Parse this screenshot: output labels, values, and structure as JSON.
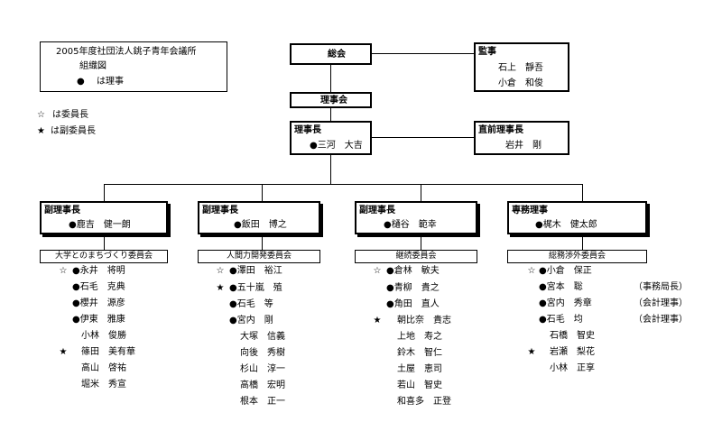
{
  "org": {
    "title_line1": "2005年度社団法人銚子青年会議所",
    "title_line2": "組織図",
    "legend_dot_marker": "●",
    "legend_dot_text": "は理事",
    "legend_chair_marker": "☆",
    "legend_chair_text": "は委員長",
    "legend_vice_marker": "★",
    "legend_vice_text": "は副委員長"
  },
  "general_assembly": "総会",
  "auditors": {
    "title": "監事",
    "names": [
      "石上　靜吾",
      "小倉　和俊"
    ]
  },
  "board": "理事会",
  "president": {
    "title": "理事長",
    "name": "●三河　大吉"
  },
  "past_president": {
    "title": "直前理事長",
    "name": "岩井　剛"
  },
  "branches": [
    {
      "title": "副理事長",
      "name": "●鹿吉　健一朗",
      "committee": "大学とのまちづくり委員会",
      "members": [
        {
          "mark": "☆",
          "name": "●永井　将明",
          "note": ""
        },
        {
          "mark": "",
          "name": "●石毛　克典",
          "note": ""
        },
        {
          "mark": "",
          "name": "●櫻井　源彦",
          "note": ""
        },
        {
          "mark": "",
          "name": "●伊東　雅康",
          "note": ""
        },
        {
          "mark": "",
          "name": "小林　俊勝",
          "note": ""
        },
        {
          "mark": "★",
          "name": "篠田　美有華",
          "note": ""
        },
        {
          "mark": "",
          "name": "高山　啓祐",
          "note": ""
        },
        {
          "mark": "",
          "name": "堀米　秀宣",
          "note": ""
        }
      ]
    },
    {
      "title": "副理事長",
      "name": "●飯田　博之",
      "committee": "人間力開発委員会",
      "members": [
        {
          "mark": "☆",
          "name": "●澤田　裕江",
          "note": ""
        },
        {
          "mark": "★",
          "name": "●五十嵐　殖",
          "note": ""
        },
        {
          "mark": "",
          "name": "●石毛　等",
          "note": ""
        },
        {
          "mark": "",
          "name": "●宮内　剛",
          "note": ""
        },
        {
          "mark": "",
          "name": "大塚　信義",
          "note": ""
        },
        {
          "mark": "",
          "name": "向後　秀樹",
          "note": ""
        },
        {
          "mark": "",
          "name": "杉山　淳一",
          "note": ""
        },
        {
          "mark": "",
          "name": "高橋　宏明",
          "note": ""
        },
        {
          "mark": "",
          "name": "根本　正一",
          "note": ""
        }
      ]
    },
    {
      "title": "副理事長",
      "name": "●樋谷　範幸",
      "committee": "継続委員会",
      "members": [
        {
          "mark": "☆",
          "name": "●倉林　敏夫",
          "note": ""
        },
        {
          "mark": "",
          "name": "●青柳　貴之",
          "note": ""
        },
        {
          "mark": "",
          "name": "●角田　直人",
          "note": ""
        },
        {
          "mark": "★",
          "name": "朝比奈　貴志",
          "note": ""
        },
        {
          "mark": "",
          "name": "上地　寿之",
          "note": ""
        },
        {
          "mark": "",
          "name": "鈴木　智仁",
          "note": ""
        },
        {
          "mark": "",
          "name": "土屋　恵司",
          "note": ""
        },
        {
          "mark": "",
          "name": "若山　智史",
          "note": ""
        },
        {
          "mark": "",
          "name": "和喜多　正登",
          "note": ""
        }
      ]
    },
    {
      "title": "専務理事",
      "name": "●梶木　健太郎",
      "committee": "総務渉外委員会",
      "members": [
        {
          "mark": "☆",
          "name": "●小倉　保正",
          "note": ""
        },
        {
          "mark": "",
          "name": "●宮本　聡",
          "note": "（事務局長）"
        },
        {
          "mark": "",
          "name": "●宮内　秀章",
          "note": "（会計理事）"
        },
        {
          "mark": "",
          "name": "●石毛　均",
          "note": "（会計理事）"
        },
        {
          "mark": "",
          "name": "石橋　智史",
          "note": ""
        },
        {
          "mark": "★",
          "name": "岩瀬　梨花",
          "note": ""
        },
        {
          "mark": "",
          "name": "小林　正享",
          "note": ""
        }
      ]
    }
  ]
}
